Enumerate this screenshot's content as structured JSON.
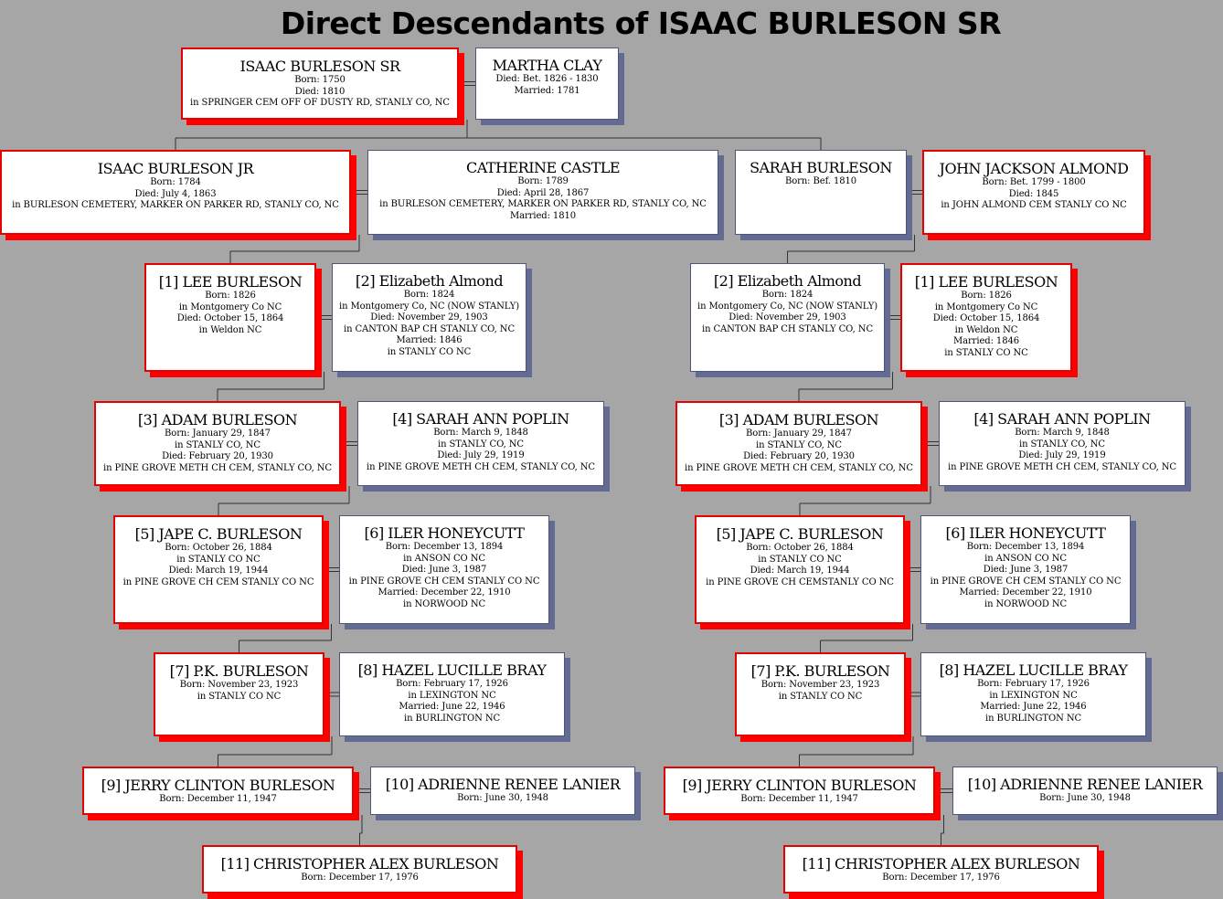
{
  "title": "Direct Descendants of ISAAC BURLESON SR",
  "people": [
    {
      "id": "isaac-sr",
      "name": "ISAAC BURLESON SR",
      "sex": "m",
      "lines": [
        "Born: 1750",
        "Died: 1810",
        "in SPRINGER CEM OFF OF DUSTY RD, STANLY CO, NC"
      ]
    },
    {
      "id": "martha-clay",
      "name": "MARTHA CLAY",
      "sex": "f",
      "lines": [
        "Died: Bet. 1826 - 1830",
        "Married: 1781"
      ]
    },
    {
      "id": "isaac-jr",
      "name": "ISAAC BURLESON JR",
      "sex": "m",
      "lines": [
        "Born: 1784",
        "Died: July 4, 1863",
        "in BURLESON CEMETERY, MARKER ON PARKER RD, STANLY CO, NC"
      ]
    },
    {
      "id": "catherine-castle",
      "name": "CATHERINE CASTLE",
      "sex": "f",
      "lines": [
        "Born: 1789",
        "Died: April 28, 1867",
        "in BURLESON CEMETERY, MARKER ON PARKER RD, STANLY CO, NC",
        "Married: 1810"
      ]
    },
    {
      "id": "sarah-burleson",
      "name": "SARAH BURLESON",
      "sex": "f",
      "lines": [
        "Born: Bef. 1810"
      ]
    },
    {
      "id": "john-almond",
      "name": "JOHN JACKSON ALMOND",
      "sex": "m",
      "lines": [
        "Born: Bet. 1799 - 1800",
        "Died: 1845",
        "in JOHN ALMOND CEM STANLY CO NC"
      ]
    },
    {
      "id": "lee-l",
      "name": "[1] LEE BURLESON",
      "sex": "m",
      "lines": [
        "Born: 1826",
        "in Montgomery Co NC",
        "Died: October 15, 1864",
        "in Weldon NC"
      ]
    },
    {
      "id": "eliz-l",
      "name": "[2] Elizabeth Almond",
      "sex": "f",
      "lines": [
        "Born: 1824",
        "in Montgomery Co, NC (NOW STANLY)",
        "Died: November 29, 1903",
        "in CANTON BAP CH STANLY CO, NC",
        "Married: 1846",
        "in STANLY CO NC"
      ]
    },
    {
      "id": "eliz-r",
      "name": "[2] Elizabeth Almond",
      "sex": "f",
      "lines": [
        "Born: 1824",
        "in Montgomery Co, NC (NOW STANLY)",
        "Died: November 29, 1903",
        "in CANTON BAP CH STANLY CO, NC"
      ]
    },
    {
      "id": "lee-r",
      "name": "[1] LEE BURLESON",
      "sex": "m",
      "lines": [
        "Born: 1826",
        "in Montgomery Co NC",
        "Died: October 15, 1864",
        "in Weldon NC",
        "Married: 1846",
        "in STANLY CO NC"
      ]
    },
    {
      "id": "adam-l",
      "name": "[3] ADAM BURLESON",
      "sex": "m",
      "lines": [
        "Born: January 29, 1847",
        "in STANLY CO, NC",
        "Died: February 20, 1930",
        "in PINE GROVE METH CH CEM, STANLY CO, NC"
      ]
    },
    {
      "id": "sarah-ann-l",
      "name": "[4] SARAH ANN POPLIN",
      "sex": "f",
      "lines": [
        "Born: March 9, 1848",
        "in STANLY CO, NC",
        "Died: July 29, 1919",
        "in PINE GROVE METH CH CEM, STANLY CO, NC"
      ]
    },
    {
      "id": "adam-r",
      "name": "[3] ADAM BURLESON",
      "sex": "m",
      "lines": [
        "Born: January 29, 1847",
        "in STANLY CO, NC",
        "Died: February 20, 1930",
        "in PINE GROVE METH CH CEM, STANLY CO, NC"
      ]
    },
    {
      "id": "sarah-ann-r",
      "name": "[4] SARAH ANN POPLIN",
      "sex": "f",
      "lines": [
        "Born: March 9, 1848",
        "in STANLY CO, NC",
        "Died: July 29, 1919",
        "in PINE GROVE METH CH CEM, STANLY CO, NC"
      ]
    },
    {
      "id": "jape-l",
      "name": "[5] JAPE C. BURLESON",
      "sex": "m",
      "lines": [
        "Born: October 26, 1884",
        "in STANLY CO NC",
        "Died: March 19, 1944",
        "in PINE GROVE CH CEM STANLY CO NC"
      ]
    },
    {
      "id": "iler-l",
      "name": "[6] ILER HONEYCUTT",
      "sex": "f",
      "lines": [
        "Born: December 13, 1894",
        "in ANSON CO NC",
        "Died: June 3, 1987",
        "in PINE GROVE CH CEM STANLY CO NC",
        "Married: December 22, 1910",
        "in NORWOOD NC"
      ]
    },
    {
      "id": "jape-r",
      "name": "[5] JAPE C. BURLESON",
      "sex": "m",
      "lines": [
        "Born: October 26, 1884",
        "in STANLY CO NC",
        "Died: March 19, 1944",
        "in PINE GROVE CH CEMSTANLY CO NC"
      ]
    },
    {
      "id": "iler-r",
      "name": "[6] ILER HONEYCUTT",
      "sex": "f",
      "lines": [
        "Born: December 13, 1894",
        "in ANSON CO NC",
        "Died: June 3, 1987",
        "in PINE GROVE CH CEM STANLY CO NC",
        "Married: December 22, 1910",
        "in NORWOOD NC"
      ]
    },
    {
      "id": "pk-l",
      "name": "[7] P.K. BURLESON",
      "sex": "m",
      "lines": [
        "Born: November 23, 1923",
        "in STANLY CO NC"
      ]
    },
    {
      "id": "hazel-l",
      "name": "[8] HAZEL LUCILLE BRAY",
      "sex": "f",
      "lines": [
        "Born: February 17, 1926",
        "in LEXINGTON NC",
        "Married: June 22, 1946",
        "in BURLINGTON NC"
      ]
    },
    {
      "id": "pk-r",
      "name": "[7] P.K. BURLESON",
      "sex": "m",
      "lines": [
        "Born: November 23, 1923",
        "in STANLY CO NC"
      ]
    },
    {
      "id": "hazel-r",
      "name": "[8] HAZEL LUCILLE BRAY",
      "sex": "f",
      "lines": [
        "Born: February 17, 1926",
        "in LEXINGTON NC",
        "Married: June 22, 1946",
        "in BURLINGTON NC"
      ]
    },
    {
      "id": "jerry-l",
      "name": "[9] JERRY CLINTON BURLESON",
      "sex": "m",
      "lines": [
        "Born: December 11, 1947"
      ]
    },
    {
      "id": "adrienne-l",
      "name": "[10] ADRIENNE RENEE LANIER",
      "sex": "f",
      "lines": [
        "Born: June 30, 1948"
      ]
    },
    {
      "id": "jerry-r",
      "name": "[9] JERRY CLINTON BURLESON",
      "sex": "m",
      "lines": [
        "Born: December 11, 1947"
      ]
    },
    {
      "id": "adrienne-r",
      "name": "[10] ADRIENNE RENEE LANIER",
      "sex": "f",
      "lines": [
        "Born: June 30, 1948"
      ]
    },
    {
      "id": "chris-l",
      "name": "[11] CHRISTOPHER ALEX BURLESON",
      "sex": "m",
      "lines": [
        "Born: December 17, 1976"
      ]
    },
    {
      "id": "chris-r",
      "name": "[11] CHRISTOPHER ALEX BURLESON",
      "sex": "m",
      "lines": [
        "Born: December 17, 1976"
      ]
    }
  ]
}
